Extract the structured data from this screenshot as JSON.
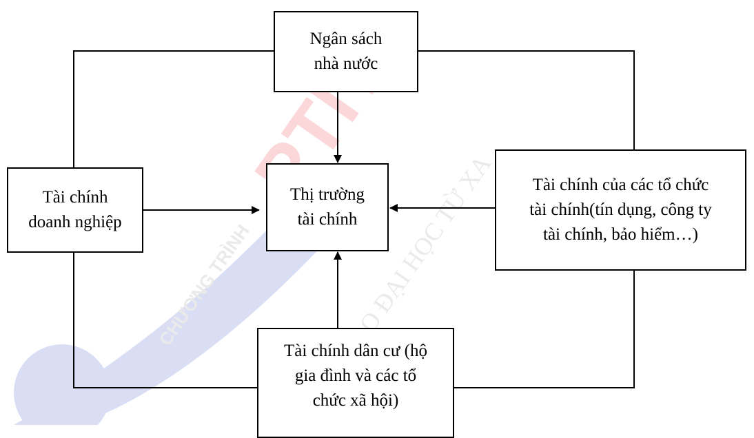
{
  "diagram": {
    "nodes": {
      "ngan_sach": "Ngân sách\nnhà nước",
      "thi_truong": "Thị trường\ntài chính",
      "doanh_nghiep": "Tài chính\ndoanh nghiệp",
      "to_chuc_tai_chinh": "Tài chính của các tổ chức\ntài chính(tín dụng, công ty\ntài chính, bảo hiểm…)",
      "dan_cu": "Tài chính dân cư (hộ\ngia đình và các tổ\nchức xã hội)"
    },
    "watermark": {
      "logo_text": "PTIT",
      "line1": "CHƯƠNG TRÌNH",
      "line2": "ĐÀO TẠO ĐẠI HỌC TỪ XA"
    },
    "colors": {
      "line": "#000000",
      "watermark_red": "#e8202a",
      "watermark_blue": "#2a44c8"
    }
  }
}
